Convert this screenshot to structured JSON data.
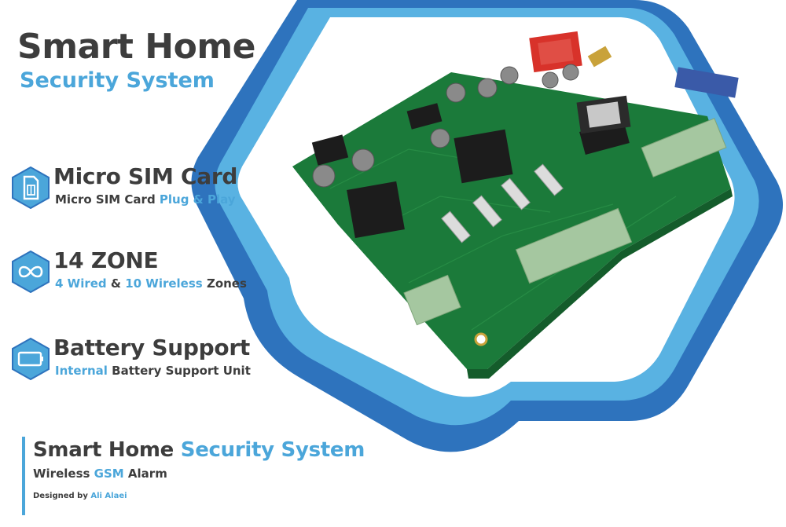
{
  "hero": {
    "title_line1": "Smart Home",
    "title_line2": "Security System"
  },
  "features": [
    {
      "icon": "sim-card-icon",
      "title": "Micro SIM Card",
      "sub_dark1": "Micro SIM Card ",
      "sub_blue1": "Plug & Play",
      "sub_dark2": "",
      "sub_blue2": "",
      "sub_dark3": ""
    },
    {
      "icon": "infinity-icon",
      "title": "14 ZONE",
      "sub_dark1": "",
      "sub_blue1": "4 Wired",
      "sub_dark2": " & ",
      "sub_blue2": "10 Wireless",
      "sub_dark3": " Zones"
    },
    {
      "icon": "battery-icon",
      "title": "Battery Support",
      "sub_dark1": "",
      "sub_blue1": "Internal",
      "sub_dark2": " Battery Support Unit",
      "sub_blue2": "",
      "sub_dark3": ""
    }
  ],
  "footer": {
    "title_dark": "Smart Home ",
    "title_blue": "Security System",
    "sub_dark1": "Wireless ",
    "sub_blue": "GSM",
    "sub_dark2": " Alarm",
    "credit_dark": "Designed by ",
    "credit_blue": "Ali Alaei"
  },
  "colors": {
    "accent": "#4ba6da",
    "accent_dark": "#2e73bd",
    "text": "#3d3d3d",
    "pcb": "#1b7a3a"
  }
}
